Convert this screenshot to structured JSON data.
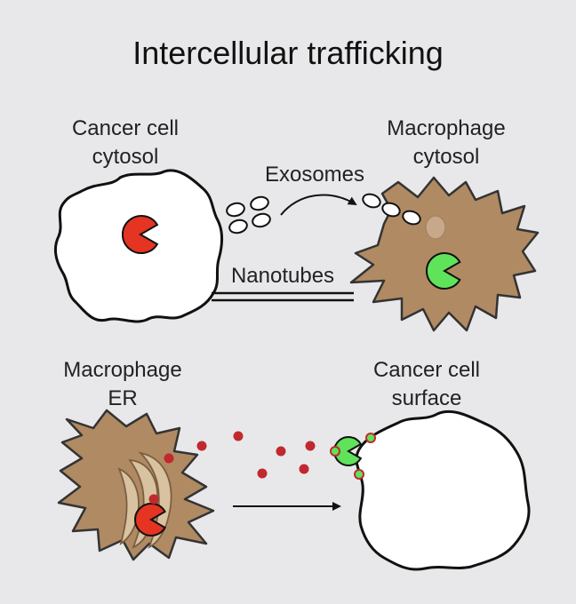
{
  "title": "Intercellular trafficking",
  "labels": {
    "cancer_cytosol_line1": "Cancer cell",
    "cancer_cytosol_line2": "cytosol",
    "macrophage_cytosol_line1": "Macrophage",
    "macrophage_cytosol_line2": "cytosol",
    "exosomes": "Exosomes",
    "nanotubes": "Nanotubes",
    "macrophage_er_line1": "Macrophage",
    "macrophage_er_line2": "ER",
    "cancer_surface_line1": "Cancer cell",
    "cancer_surface_line2": "surface"
  },
  "colors": {
    "background": "#e8e8ea",
    "macrophage": "#b08a63",
    "red_antigen": "#e53422",
    "green_antigen": "#5fe35a",
    "red_particle": "#c0292e"
  }
}
